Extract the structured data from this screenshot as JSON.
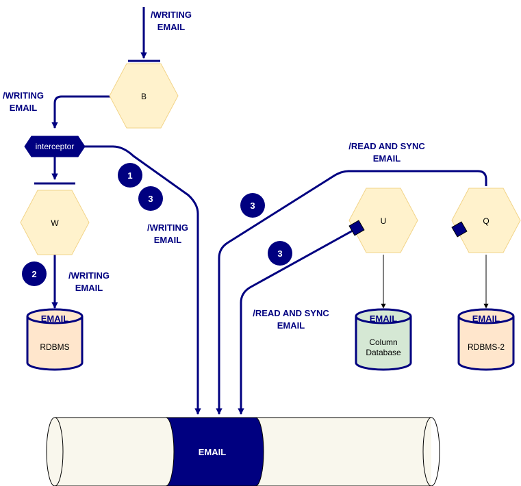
{
  "colors": {
    "navy": "#000080",
    "hex_fill": "#fff2cc",
    "hex_stroke": "#f2d488",
    "rdbms_fill": "#ffe6cc",
    "column_db_fill": "#d5e8d4",
    "tube_fill": "#f9f7ed"
  },
  "edges": {
    "top_writing": [
      "/WRITING",
      "EMAIL"
    ],
    "left_writing": [
      "/WRITING",
      "EMAIL"
    ],
    "mid_writing": [
      "/WRITING",
      "EMAIL"
    ],
    "w_writing": [
      "/WRITING",
      "EMAIL"
    ],
    "read_sync_top": [
      "/READ AND SYNC",
      "EMAIL"
    ],
    "read_sync_mid": [
      "/READ AND SYNC",
      "EMAIL"
    ]
  },
  "nodes": {
    "b": "B",
    "interceptor": "interceptor",
    "w": "W",
    "u": "U",
    "q": "Q"
  },
  "databases": {
    "rdbms": {
      "title": "EMAIL",
      "name": [
        "RDBMS"
      ]
    },
    "column_db": {
      "title": "EMAIL",
      "name": [
        "Column",
        "Database"
      ]
    },
    "rdbms2": {
      "title": "EMAIL",
      "name": [
        "RDBMS-2"
      ]
    }
  },
  "badges": {
    "b1": "1",
    "b3a": "3",
    "b2": "2",
    "b3b": "3",
    "b3c": "3"
  },
  "topic": {
    "label": "EMAIL"
  }
}
